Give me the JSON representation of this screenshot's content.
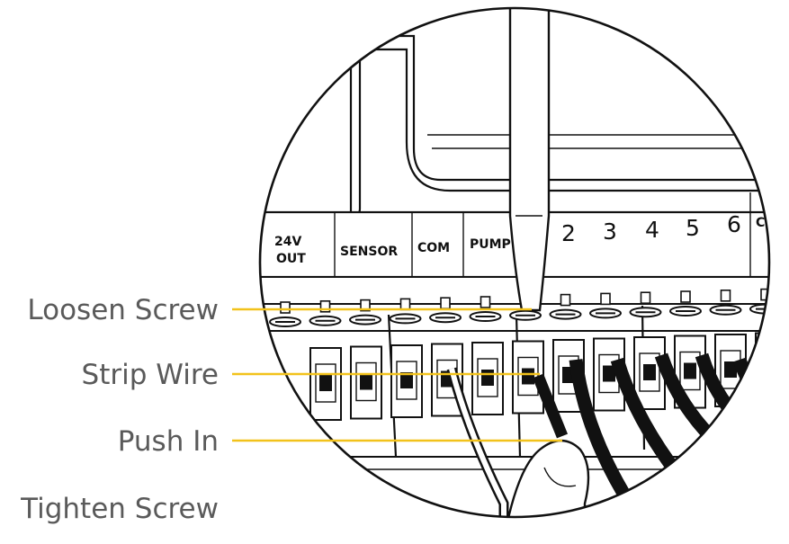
{
  "steps": {
    "loosen": "Loosen Screw",
    "strip": "Strip Wire",
    "push": "Push In",
    "tighten": "Tighten Screw"
  },
  "terminals": {
    "out_top": "24V",
    "out_bottom": "OUT",
    "sensor": "SENSOR",
    "com": "COM",
    "pump": "PUMP",
    "z2": "2",
    "z3": "3",
    "z4": "4",
    "z5": "5",
    "z6": "6",
    "com2": "CO"
  },
  "colors": {
    "leader_line": "#F2C21B",
    "label_text": "#5a5a5a",
    "line_art": "#111111"
  }
}
